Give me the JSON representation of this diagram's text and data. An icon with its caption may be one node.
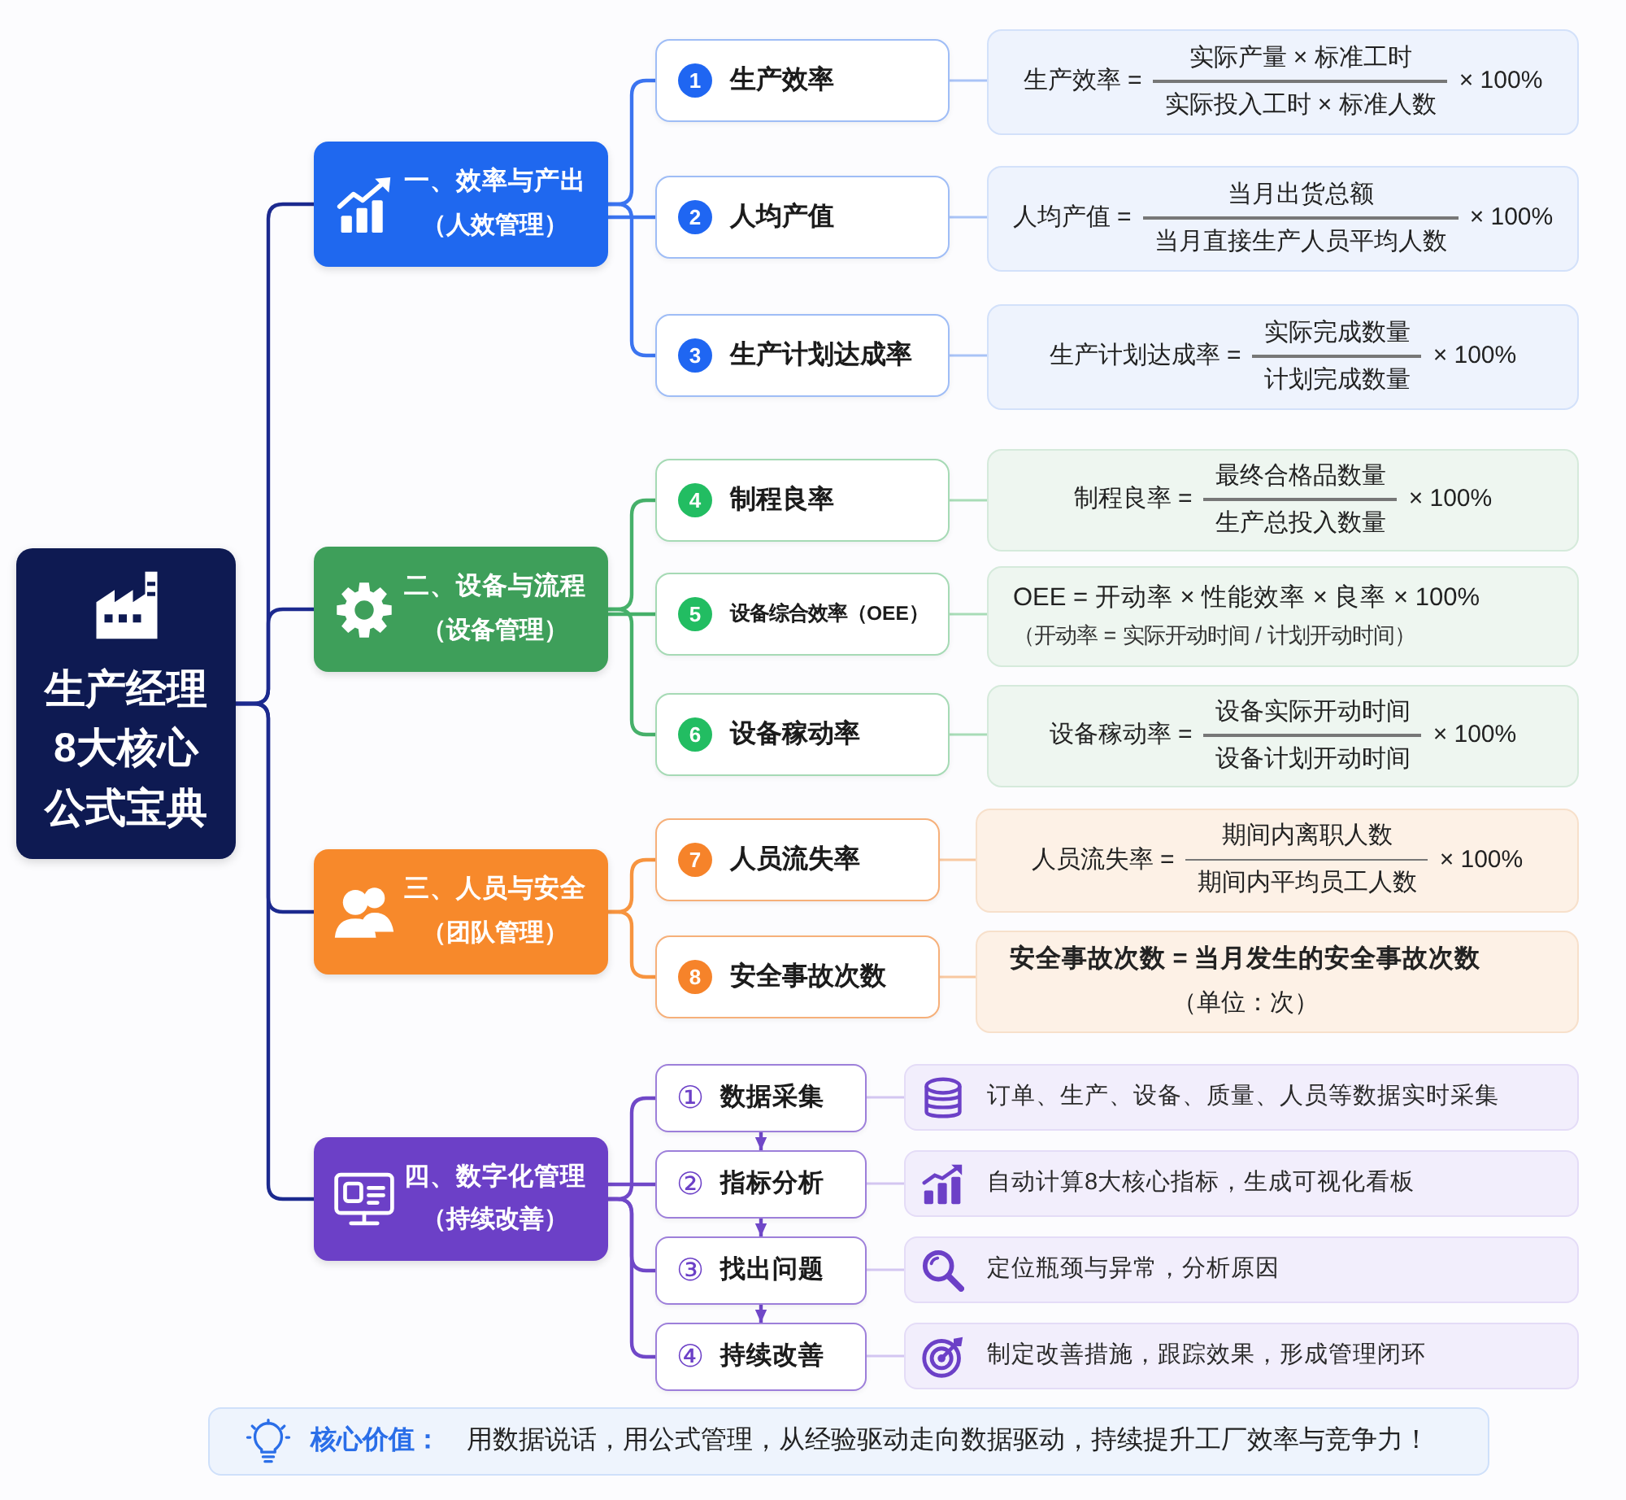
{
  "diagram": {
    "nodes": [
      {
        "text": [
          "生产经理8大核心公式宝典"
        ]
      },
      {
        "text": [
          "一、效率与产出",
          "（人效管理）"
        ]
      },
      {
        "text": [
          "1",
          "生产效率"
        ]
      },
      {
        "text": [
          "生产效率 =",
          "实际产量 × 标准工时",
          "实际投入工时 × 标准人数",
          "× 100%"
        ]
      },
      {
        "text": [
          "2",
          "人均产值"
        ]
      },
      {
        "text": [
          "人均产值 =",
          "当月出货总额",
          "当月直接生产人员平均人数",
          "× 100%"
        ]
      },
      {
        "text": [
          "3",
          "生产计划达成率"
        ]
      },
      {
        "text": [
          "生产计划达成率 =",
          "实际完成数量",
          "计划完成数量",
          "× 100%"
        ]
      },
      {
        "text": [
          "二、设备与流程",
          "（设备管理）"
        ]
      },
      {
        "text": [
          "4",
          "制程良率"
        ]
      },
      {
        "text": [
          "制程良率 =",
          "最终合格品数量",
          "生产总投入数量",
          "× 100%"
        ]
      },
      {
        "text": [
          "5",
          "设备综合效率（OEE）"
        ]
      },
      {
        "text": [
          "OEE = 开动率 × 性能效率 × 良率 × 100%",
          "（开动率 = 实际开动时间 / 计划开动时间）"
        ]
      },
      {
        "text": [
          "6",
          "设备稼动率"
        ]
      },
      {
        "text": [
          "设备稼动率 =",
          "设备实际开动时间",
          "设备计划开动时间",
          "× 100%"
        ]
      },
      {
        "text": [
          "三、人员与安全",
          "（团队管理）"
        ]
      },
      {
        "text": [
          "7",
          "人员流失率"
        ]
      },
      {
        "text": [
          "人员流失率 =",
          "期间内离职人数",
          "期间内平均员工人数",
          "× 100%"
        ]
      },
      {
        "text": [
          "8",
          "安全事故次数"
        ]
      },
      {
        "text": [
          "安全事故次数 = 当月发生的安全事故次数",
          "（单位：次）"
        ]
      },
      {
        "text": [
          "四、数字化管理",
          "（持续改善）"
        ]
      },
      {
        "text": [
          "①",
          "数据采集"
        ]
      },
      {
        "text": [
          "订单、生产、设备、质量、人员等数据实时采集"
        ]
      },
      {
        "text": [
          "②",
          "指标分析"
        ]
      },
      {
        "text": [
          "自动计算8大核心指标，生成可视化看板"
        ]
      },
      {
        "text": [
          "③",
          "找出问题"
        ]
      },
      {
        "text": [
          "定位瓶颈与异常，分析原因"
        ]
      },
      {
        "text": [
          "④",
          "持续改善"
        ]
      },
      {
        "text": [
          "制定改善措施，跟踪效果，形成管理闭环"
        ]
      },
      {
        "text": [
          "核心价值：",
          "用数据说话，用公式管理，从经验驱动走向数据驱动，持续提升工厂效率与竞争力！"
        ]
      }
    ],
    "edges": [
      {
        "from": 0,
        "to": 1,
        "arrow": "none",
        "color": "#1c2a8f"
      },
      {
        "from": 0,
        "to": 8,
        "arrow": "none",
        "color": "#1c2a8f"
      },
      {
        "from": 0,
        "to": 15,
        "arrow": "none",
        "color": "#1c2a8f"
      },
      {
        "from": 0,
        "to": 20,
        "arrow": "none",
        "color": "#1c2a8f"
      },
      {
        "from": 1,
        "to": 2,
        "arrow": "none",
        "color": "#3b74f0"
      },
      {
        "from": 1,
        "to": 4,
        "arrow": "none",
        "color": "#3b74f0"
      },
      {
        "from": 1,
        "to": 6,
        "arrow": "none",
        "color": "#3b74f0"
      },
      {
        "from": 2,
        "to": 3,
        "arrow": "none",
        "color": "#a9c3f6"
      },
      {
        "from": 4,
        "to": 5,
        "arrow": "none",
        "color": "#a9c3f6"
      },
      {
        "from": 6,
        "to": 7,
        "arrow": "none",
        "color": "#a9c3f6"
      },
      {
        "from": 8,
        "to": 9,
        "arrow": "none",
        "color": "#46b06a"
      },
      {
        "from": 8,
        "to": 11,
        "arrow": "none",
        "color": "#46b06a"
      },
      {
        "from": 8,
        "to": 13,
        "arrow": "none",
        "color": "#46b06a"
      },
      {
        "from": 9,
        "to": 10,
        "arrow": "none",
        "color": "#a8dcb7"
      },
      {
        "from": 11,
        "to": 12,
        "arrow": "none",
        "color": "#a8dcb7"
      },
      {
        "from": 13,
        "to": 14,
        "arrow": "none",
        "color": "#a8dcb7"
      },
      {
        "from": 15,
        "to": 16,
        "arrow": "none",
        "color": "#f7943f"
      },
      {
        "from": 15,
        "to": 18,
        "arrow": "none",
        "color": "#f7943f"
      },
      {
        "from": 16,
        "to": 17,
        "arrow": "none",
        "color": "#f8c8a0"
      },
      {
        "from": 18,
        "to": 19,
        "arrow": "none",
        "color": "#f8c8a0"
      },
      {
        "from": 20,
        "to": 21,
        "arrow": "none",
        "color": "#7048c8"
      },
      {
        "from": 20,
        "to": 23,
        "arrow": "none",
        "color": "#7048c8"
      },
      {
        "from": 20,
        "to": 25,
        "arrow": "none",
        "color": "#7048c8"
      },
      {
        "from": 20,
        "to": 27,
        "arrow": "none",
        "color": "#7048c8"
      },
      {
        "from": 21,
        "to": 22,
        "arrow": "none",
        "color": "#d3c6f1"
      },
      {
        "from": 23,
        "to": 24,
        "arrow": "none",
        "color": "#d3c6f1"
      },
      {
        "from": 25,
        "to": 26,
        "arrow": "none",
        "color": "#d3c6f1"
      },
      {
        "from": 27,
        "to": 28,
        "arrow": "none",
        "color": "#d3c6f1"
      },
      {
        "from": 21,
        "to": 23,
        "arrow": "to",
        "color": "#7048c8"
      },
      {
        "from": 23,
        "to": 25,
        "arrow": "to",
        "color": "#7048c8"
      },
      {
        "from": 25,
        "to": 27,
        "arrow": "to",
        "color": "#7048c8"
      }
    ]
  }
}
